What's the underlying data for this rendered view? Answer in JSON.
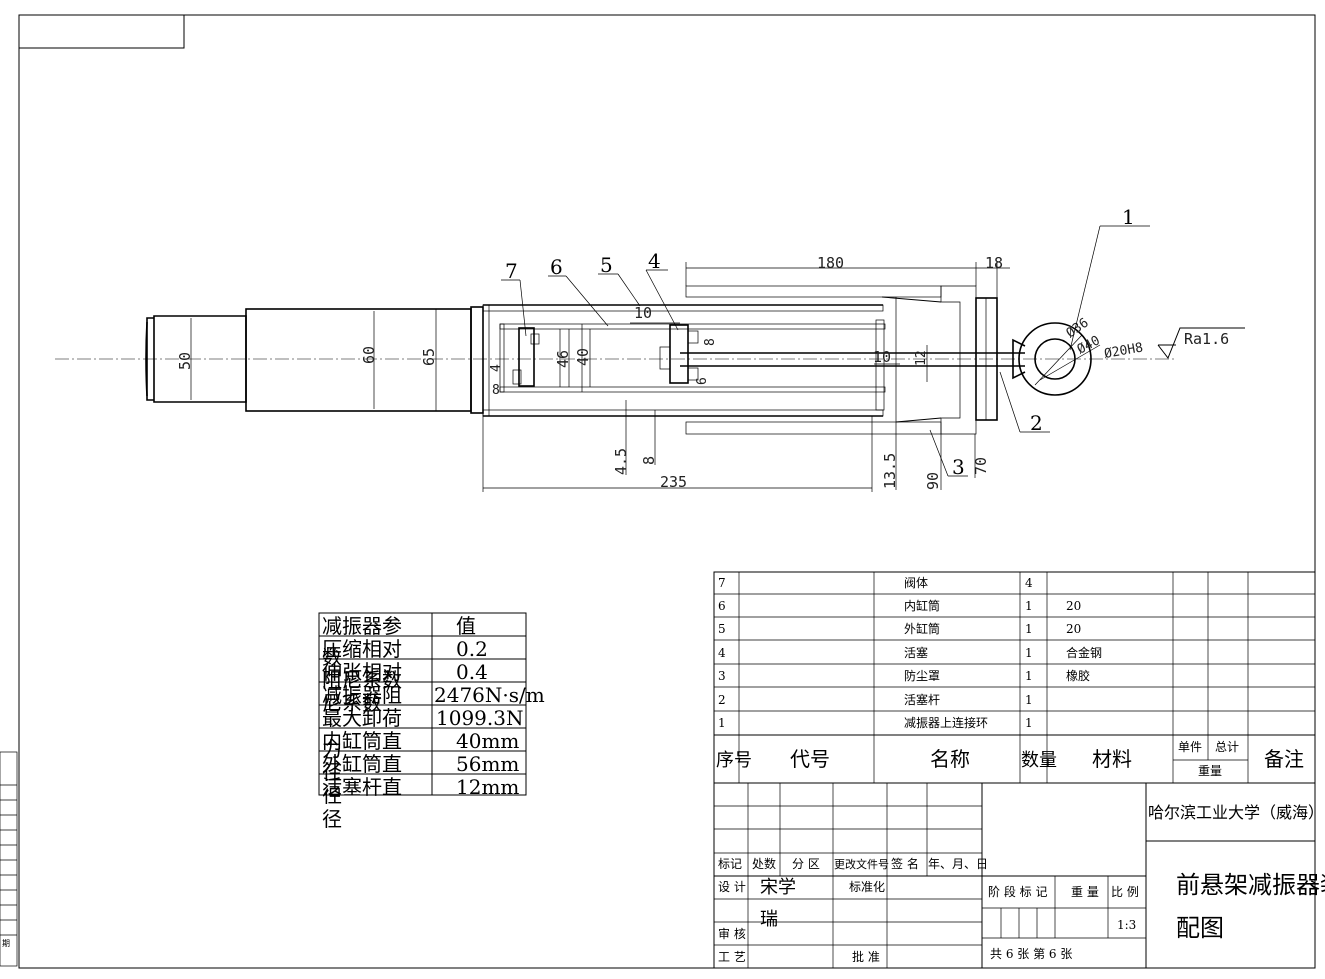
{
  "drawing": {
    "part_labels": [
      "1",
      "2",
      "3",
      "4",
      "5",
      "6",
      "7"
    ],
    "dimensions": {
      "d180": "180",
      "d18": "18",
      "d235": "235",
      "d50": "50",
      "d60": "60",
      "d65": "65",
      "d46": "46",
      "d40": "40",
      "d45": "4.5",
      "d8": "8",
      "d135": "13.5",
      "d90": "90",
      "d70": "70",
      "d10a": "10",
      "d10b": "10",
      "d12": "12",
      "d4a": "4",
      "d8b": "8",
      "d8c": "8",
      "d6": "6",
      "dia36": "Ø36",
      "dia40": "Ø40",
      "dia20": "Ø20H8",
      "roughness": "Ra1.6"
    }
  },
  "params": {
    "header": [
      "减振器参",
      "值"
    ],
    "rows": [
      {
        "name": "压缩相对",
        "value": "0.2"
      },
      {
        "name": "伸张相对",
        "value": "0.4"
      },
      {
        "name": "减振器阻",
        "value": "2476N·s/m"
      },
      {
        "name": "最大卸荷",
        "value": "1099.3N"
      },
      {
        "name": "内缸筒直",
        "value": "40mm"
      },
      {
        "name": "外缸筒直",
        "value": "56mm"
      },
      {
        "name": "活塞杆直",
        "value": "12mm"
      }
    ],
    "overflow": [
      "数",
      "阻尼系数",
      "尼系数",
      "力",
      "径",
      "径",
      "径"
    ]
  },
  "bom": {
    "rows": [
      {
        "no": "7",
        "code": "",
        "name": "阀体",
        "qty": "4",
        "material": ""
      },
      {
        "no": "6",
        "code": "",
        "name": "内缸筒",
        "qty": "1",
        "material": "20"
      },
      {
        "no": "5",
        "code": "",
        "name": "外缸筒",
        "qty": "1",
        "material": "20"
      },
      {
        "no": "4",
        "code": "",
        "name": "活塞",
        "qty": "1",
        "material": "合金钢"
      },
      {
        "no": "3",
        "code": "",
        "name": "防尘罩",
        "qty": "1",
        "material": "橡胶"
      },
      {
        "no": "2",
        "code": "",
        "name": "活塞杆",
        "qty": "1",
        "material": ""
      },
      {
        "no": "1",
        "code": "",
        "name": "减振器上连接环",
        "qty": "1",
        "material": ""
      }
    ],
    "header": {
      "no": "序号",
      "code": "代号",
      "name": "名称",
      "qty": "数量",
      "material": "材料",
      "unit": "单件",
      "total": "总计",
      "weight": "重量",
      "remark": "备注"
    }
  },
  "title_block": {
    "school": "哈尔滨工业大学（威海）",
    "title": "前悬架减振器装",
    "title2": "配图",
    "mark": "标记",
    "count": "处数",
    "zone": "分 区",
    "docno": "更改文件号",
    "sign": "签 名",
    "date": "年、月、日",
    "design": "设 计",
    "designer": "宋学",
    "designer2": "瑞",
    "std": "标准化",
    "review": "审 核",
    "process": "工 艺",
    "approve": "批 准",
    "stage": "阶 段 标 记",
    "weight": "重 量",
    "scale_label": "比 例",
    "scale": "1:3",
    "sheets": "共 6 张  第 6 张"
  },
  "left_strip": {
    "tail": "期"
  }
}
